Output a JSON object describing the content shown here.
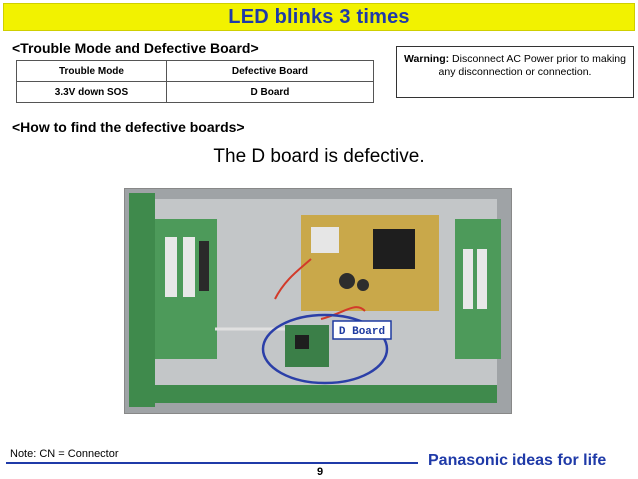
{
  "title": "LED blinks 3 times",
  "section1": "<Trouble Mode and Defective Board>",
  "table": {
    "headers": [
      "Trouble Mode",
      "Defective Board"
    ],
    "rows": [
      [
        "3.3V down SOS",
        "D Board"
      ]
    ]
  },
  "warning": {
    "label": "Warning:",
    "text": " Disconnect AC Power prior to making any disconnection or connection."
  },
  "section2": "<How to find the defective boards>",
  "statement": "The D board is defective.",
  "photo": {
    "callout": "D Board",
    "colors": {
      "callout_ring": "#2b3fa8",
      "board_green": "#3f8a4c",
      "metal": "#b8babc"
    }
  },
  "note": "Note: CN = Connector",
  "page_number": "9",
  "logo": {
    "brand": "Panasonic",
    "tagline": "ideas for life"
  },
  "colors": {
    "title_bg": "#f2f200",
    "title_text": "#1f3aa8",
    "brand_blue": "#1f3aa8"
  }
}
